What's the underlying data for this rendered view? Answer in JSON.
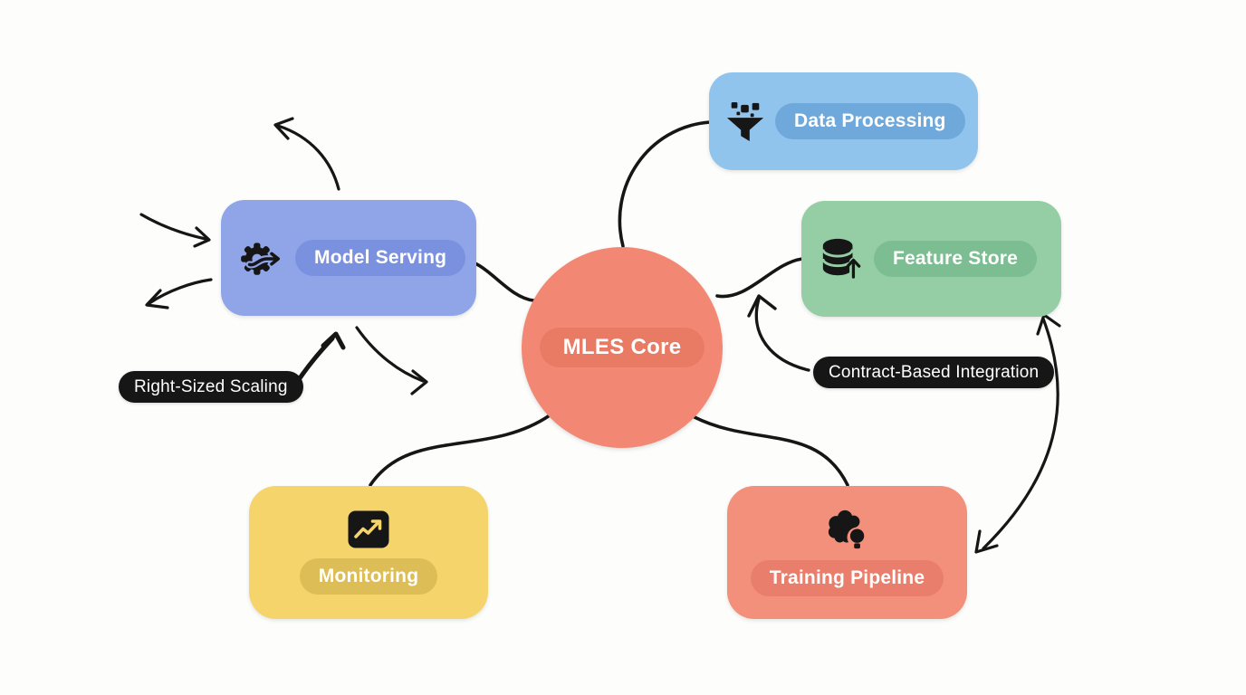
{
  "diagram": {
    "title": "MLES architecture mind map",
    "background": "#FDFDFC",
    "connector_color": "#161616",
    "text_color": "#FFFFFF",
    "center": {
      "label": "MLES Core",
      "fill": "#F28874",
      "pill_fill": "#E97A64"
    },
    "nodes": {
      "model_serving": {
        "label": "Model Serving",
        "icon": "gear-deploy-icon",
        "fill": "#8FA5E8",
        "pill_fill": "#7A91E0"
      },
      "data_processing": {
        "label": "Data Processing",
        "icon": "funnel-filter-icon",
        "fill": "#91C4ED",
        "pill_fill": "#6FA9DC"
      },
      "feature_store": {
        "label": "Feature Store",
        "icon": "database-upload-icon",
        "fill": "#95CEA4",
        "pill_fill": "#7CBD92"
      },
      "monitoring": {
        "label": "Monitoring",
        "icon": "chart-trend-up-icon",
        "fill": "#F5D46B",
        "pill_fill": "#DDBD55"
      },
      "training_pipeline": {
        "label": "Training Pipeline",
        "icon": "brain-bulb-icon",
        "fill": "#F3907C",
        "pill_fill": "#E87E6B"
      }
    },
    "annotations": {
      "right_sized_scaling": {
        "label": "Right-Sized Scaling",
        "fill": "#161616"
      },
      "contract_based_integration": {
        "label": "Contract-Based Integration",
        "fill": "#161616"
      }
    }
  }
}
